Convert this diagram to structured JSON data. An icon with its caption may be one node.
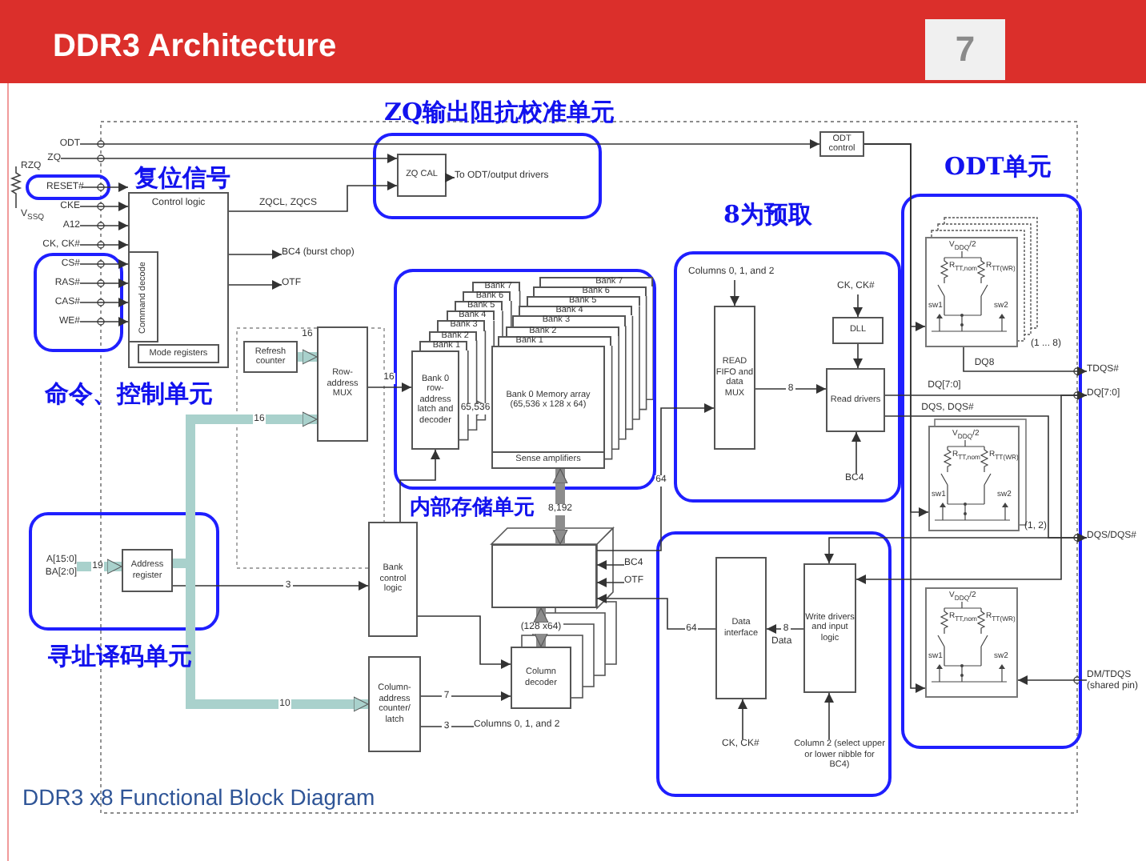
{
  "diagram": {
    "title": "DDR3 Architecture",
    "caption": "DDR3 x8 Functional Block Diagram",
    "nodes": [
      {
        "text": [
          "ZQ输出阻抗校准单元"
        ]
      },
      {
        "text": [
          "ZQ CAL"
        ],
        "in": 0
      },
      {
        "text": [
          "To ODT/output drivers"
        ],
        "in": 0
      },
      {
        "text": [
          "ODT control"
        ]
      },
      {
        "text": [
          "复位信号"
        ]
      },
      {
        "text": [
          "RESET#"
        ],
        "in": 4
      },
      {
        "text": [
          "ODT"
        ]
      },
      {
        "text": [
          "ZQ"
        ]
      },
      {
        "text": [
          "CKE"
        ]
      },
      {
        "text": [
          "A12"
        ]
      },
      {
        "text": [
          "CK, CK#"
        ]
      },
      {
        "text": [
          "命令、控制单元"
        ]
      },
      {
        "text": [
          "CS#"
        ],
        "in": 11
      },
      {
        "text": [
          "RAS#"
        ],
        "in": 11
      },
      {
        "text": [
          "CAS#"
        ],
        "in": 11
      },
      {
        "text": [
          "WE#"
        ],
        "in": 11
      },
      {
        "text": [
          "Control logic"
        ]
      },
      {
        "text": [
          "Command decode"
        ],
        "in": 16
      },
      {
        "text": [
          "Mode registers"
        ],
        "in": 16
      },
      {
        "text": [
          "BC4 (burst chop)"
        ]
      },
      {
        "text": [
          "OTF"
        ]
      },
      {
        "text": [
          "Refresh counter"
        ]
      },
      {
        "text": [
          "Row-address MUX"
        ]
      },
      {
        "text": [
          "内部存储单元"
        ]
      },
      {
        "text": [
          "Bank 7"
        ],
        "in": 23
      },
      {
        "text": [
          "Bank 6"
        ],
        "in": 23
      },
      {
        "text": [
          "Bank 5"
        ],
        "in": 23
      },
      {
        "text": [
          "Bank 4"
        ],
        "in": 23
      },
      {
        "text": [
          "Bank 3"
        ],
        "in": 23
      },
      {
        "text": [
          "Bank 2"
        ],
        "in": 23
      },
      {
        "text": [
          "Bank 1"
        ],
        "in": 23
      },
      {
        "text": [
          "Bank 0 row-address latch and decoder"
        ],
        "in": 23
      },
      {
        "text": [
          "Bank 7"
        ],
        "in": 23
      },
      {
        "text": [
          "Bank 6"
        ],
        "in": 23
      },
      {
        "text": [
          "Bank 5"
        ],
        "in": 23
      },
      {
        "text": [
          "Bank 4"
        ],
        "in": 23
      },
      {
        "text": [
          "Bank 3"
        ],
        "in": 23
      },
      {
        "text": [
          "Bank 2"
        ],
        "in": 23
      },
      {
        "text": [
          "Bank 1"
        ],
        "in": 23
      },
      {
        "text": [
          "Bank 0 Memory array (65,536 x 128 x 64)",
          "Sense amplifiers"
        ],
        "in": 23
      },
      {
        "text": [],
        "shape": "box"
      },
      {
        "text": [
          "Column decoder"
        ]
      },
      {
        "text": [
          "Bank control logic"
        ]
      },
      {
        "text": [
          "寻址译码单元"
        ]
      },
      {
        "text": [
          "A[15:0] BA[2:0]"
        ],
        "in": 43
      },
      {
        "text": [
          "Address register"
        ],
        "in": 43
      },
      {
        "text": [
          "Column-address counter/ latch"
        ]
      },
      {
        "text": [
          "Columns 0, 1, and 2"
        ]
      },
      {
        "text": [
          "8为预取"
        ]
      },
      {
        "text": [
          "Columns 0, 1, and 2"
        ],
        "in": 48
      },
      {
        "text": [
          "READ FIFO and data MUX"
        ],
        "in": 48
      },
      {
        "text": [
          "CK, CK#"
        ],
        "in": 48
      },
      {
        "text": [
          "DLL"
        ],
        "in": 48
      },
      {
        "text": [
          "Read drivers"
        ],
        "in": 48
      },
      {
        "text": [
          "BC4"
        ],
        "in": 48
      },
      {
        "text": [
          "ODT单元"
        ]
      },
      {
        "text": [
          "V$_{DDQ}$/2",
          "R$_{TT,nom}$",
          "R$_{TT(WR)}$",
          "sw1",
          "sw2"
        ],
        "in": 55
      },
      {
        "text": [
          "V$_{DDQ}$/2",
          "R$_{TT,nom}$",
          "R$_{TT(WR)}$",
          "sw1",
          "sw2"
        ],
        "in": 55
      },
      {
        "text": [
          "V$_{DDQ}$/2",
          "R$_{TT,nom}$",
          "R$_{TT(WR)}$",
          "sw1",
          "sw2"
        ],
        "in": 55
      },
      {
        "text": [],
        "shape": "box"
      },
      {
        "text": [
          "Data interface"
        ],
        "in": 59
      },
      {
        "text": [
          "Write drivers and input logic"
        ],
        "in": 59
      },
      {
        "text": [
          "CK, CK#"
        ],
        "in": 59
      },
      {
        "text": [
          "Column 2 (select upper or lower nibble for BC4)"
        ],
        "in": 59
      },
      {
        "text": [
          "TDQS#"
        ]
      },
      {
        "text": [
          "DQ[7:0]"
        ]
      },
      {
        "text": [
          "DQS/DQS#"
        ]
      },
      {
        "text": [
          "DM/TDQS (shared pin)"
        ]
      },
      {
        "text": [
          "BC4"
        ]
      },
      {
        "text": [
          "OTF"
        ]
      }
    ],
    "edges": [
      {
        "from": 6,
        "to": 3,
        "arrow": "to"
      },
      {
        "from": 7,
        "to": 1,
        "arrow": "to"
      },
      {
        "from": 5,
        "to": 16,
        "arrow": "to"
      },
      {
        "from": 8,
        "to": 16,
        "arrow": "to"
      },
      {
        "from": 9,
        "to": 16,
        "arrow": "to"
      },
      {
        "from": 10,
        "to": 16,
        "arrow": "to"
      },
      {
        "from": 12,
        "to": 17,
        "arrow": "to"
      },
      {
        "from": 13,
        "to": 17,
        "arrow": "to"
      },
      {
        "from": 14,
        "to": 17,
        "arrow": "to"
      },
      {
        "from": 15,
        "to": 17,
        "arrow": "to"
      },
      {
        "from": 16,
        "to": 1,
        "arrow": "to",
        "label": "ZQCL, ZQCS"
      },
      {
        "from": 1,
        "to": 2,
        "arrow": "to"
      },
      {
        "from": 16,
        "to": 19,
        "arrow": "to"
      },
      {
        "from": 16,
        "to": 20,
        "arrow": "to"
      },
      {
        "from": 21,
        "to": 22,
        "arrow": "to",
        "label": "16",
        "style": "thick",
        "color": "#a9d1cc"
      },
      {
        "from": 45,
        "to": 22,
        "arrow": "to",
        "label": "16",
        "style": "thick",
        "color": "#a9d1cc"
      },
      {
        "from": 22,
        "to": 31,
        "arrow": "to",
        "label": "16"
      },
      {
        "from": 31,
        "to": 39,
        "arrow": "to",
        "label": "65,536",
        "style": "thick",
        "color": "#8c8c8c"
      },
      {
        "from": 39,
        "to": 40,
        "arrow": "both",
        "label": "8,192",
        "style": "thick",
        "color": "#8c8c8c"
      },
      {
        "from": 41,
        "to": 40,
        "arrow": "both",
        "label": "(128 x64)",
        "style": "thick",
        "color": "#8c8c8c"
      },
      {
        "from": 44,
        "to": 45,
        "arrow": "to",
        "label": "19",
        "style": "thick",
        "color": "#a9d1cc"
      },
      {
        "from": 45,
        "to": 42,
        "arrow": "to",
        "label": "3"
      },
      {
        "from": 45,
        "to": 46,
        "arrow": "to",
        "label": "10",
        "style": "thick",
        "color": "#a9d1cc"
      },
      {
        "from": 42,
        "to": 31,
        "arrow": "to"
      },
      {
        "from": 42,
        "to": 41,
        "arrow": "to"
      },
      {
        "from": 46,
        "to": 41,
        "arrow": "to",
        "label": "7"
      },
      {
        "from": 46,
        "to": 47,
        "arrow": "none",
        "label": "3"
      },
      {
        "from": 49,
        "to": 50,
        "arrow": "to"
      },
      {
        "from": 50,
        "to": 53,
        "arrow": "to",
        "label": "8"
      },
      {
        "from": 51,
        "to": 52,
        "arrow": "to"
      },
      {
        "from": 52,
        "to": 53,
        "arrow": "to"
      },
      {
        "from": 54,
        "to": 53,
        "arrow": "to"
      },
      {
        "from": 40,
        "to": 50,
        "arrow": "to",
        "label": "64"
      },
      {
        "from": 60,
        "to": 40,
        "arrow": "to",
        "label": "64"
      },
      {
        "from": 61,
        "to": 60,
        "arrow": "to",
        "label": "8"
      },
      {
        "from": 62,
        "to": 60,
        "arrow": "to"
      },
      {
        "from": 63,
        "to": 61,
        "arrow": "to"
      },
      {
        "from": 53,
        "to": 65,
        "arrow": "to",
        "label": "DQ[7:0]"
      },
      {
        "from": 53,
        "to": 66,
        "arrow": "to",
        "label": "DQS, DQS#"
      },
      {
        "from": 56,
        "to": 64,
        "arrow": "to",
        "label": "DQ8"
      },
      {
        "from": 66,
        "to": 61,
        "arrow": "to"
      },
      {
        "from": 65,
        "to": 61,
        "arrow": "to"
      },
      {
        "from": 3,
        "to": 56,
        "arrow": "to"
      },
      {
        "from": 3,
        "to": 57,
        "arrow": "to"
      },
      {
        "from": 3,
        "to": 58,
        "arrow": "to"
      },
      {
        "from": 67,
        "to": 58,
        "arrow": "to"
      },
      {
        "from": 68,
        "to": 40,
        "arrow": "to"
      },
      {
        "from": 69,
        "to": 40,
        "arrow": "to"
      }
    ],
    "labels": [
      "7",
      "RZQ",
      "V$_{SSQ}$",
      "Data",
      "(1 ... 8)",
      "(1, 2)"
    ]
  }
}
